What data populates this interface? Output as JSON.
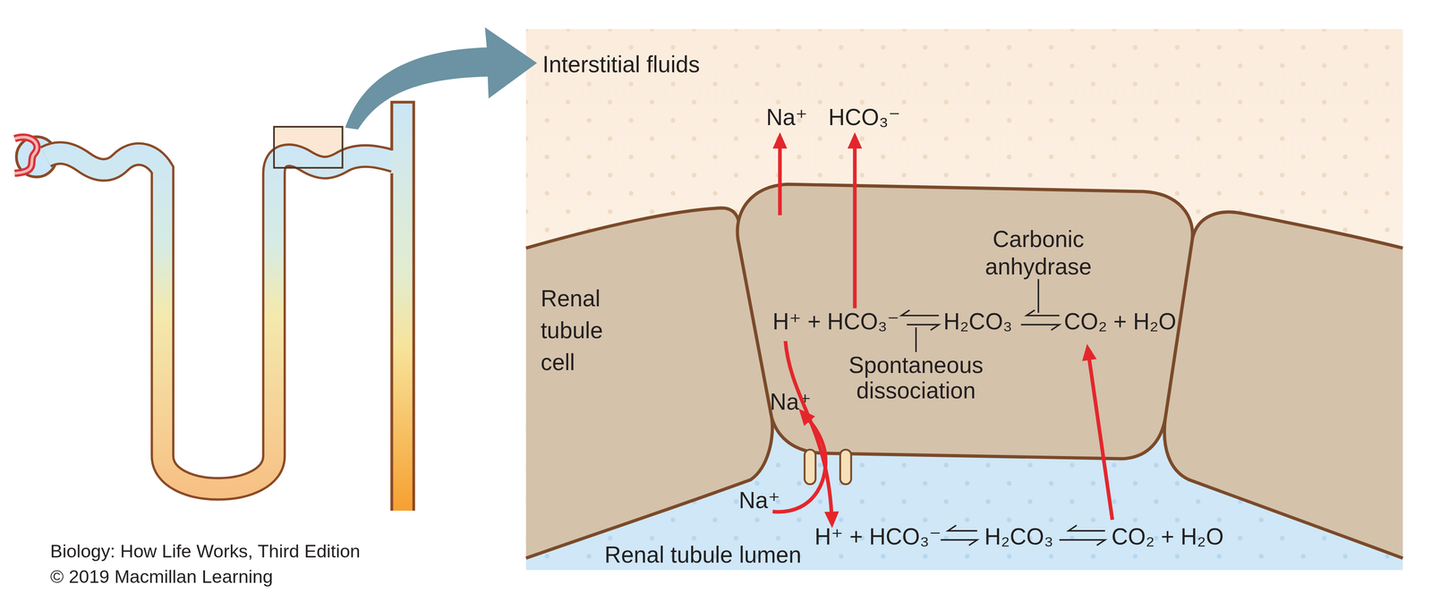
{
  "diagram": {
    "caption": "Biology: How Life Works, Third Edition",
    "nodes": [
      {
        "text": [
          "Interstitial fluids",
          "Na⁺",
          "HCO₃⁻"
        ]
      },
      {
        "text": [
          "Renal tubule cell"
        ]
      },
      {
        "text": [
          "Carbonic anhydrase",
          "H⁺ + HCO₃⁻",
          "H₂CO₃",
          "CO₂ + H₂O",
          "Spontaneous dissociation",
          "Na⁺"
        ]
      },
      {
        "text": [
          "Na⁺",
          "H⁺ + HCO₃⁻",
          "H₂CO₃",
          "CO₂ + H₂O",
          "Renal tubule lumen"
        ]
      }
    ],
    "labels": [
      "© 2019 Macmillan Learning"
    ]
  }
}
